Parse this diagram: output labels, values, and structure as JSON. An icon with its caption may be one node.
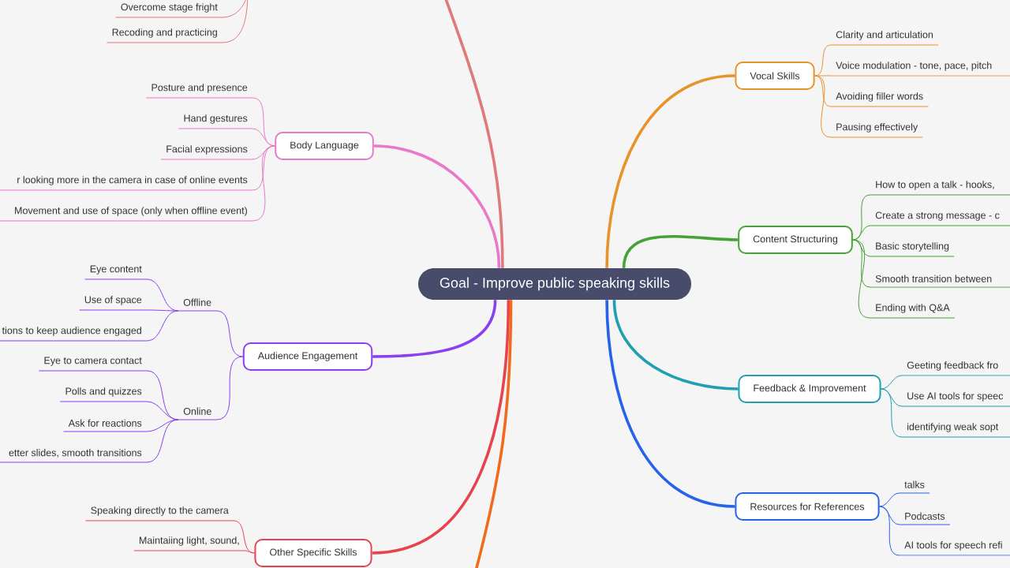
{
  "diagram": {
    "nodes": [
      {
        "text": [
          "Goal - Improve public speaking skills"
        ]
      },
      {
        "text": [
          "Overcome stage fright"
        ]
      },
      {
        "text": [
          "Recoding and practicing"
        ]
      },
      {
        "text": [
          "Body Language"
        ]
      },
      {
        "text": [
          "Posture and presence"
        ]
      },
      {
        "text": [
          "Hand gestures"
        ]
      },
      {
        "text": [
          "Facial expressions"
        ]
      },
      {
        "text": [
          "r looking more in the camera in case of online events"
        ]
      },
      {
        "text": [
          "Movement and use of space (only when offline event)"
        ]
      },
      {
        "text": [
          "Audience Engagement"
        ]
      },
      {
        "text": [
          "Offline"
        ]
      },
      {
        "text": [
          "Eye content"
        ]
      },
      {
        "text": [
          "Use of space"
        ]
      },
      {
        "text": [
          "tions to keep audience engaged"
        ]
      },
      {
        "text": [
          "Online"
        ]
      },
      {
        "text": [
          "Eye to camera contact"
        ]
      },
      {
        "text": [
          "Polls and quizzes"
        ]
      },
      {
        "text": [
          "Ask for reactions"
        ]
      },
      {
        "text": [
          "etter slides, smooth transitions"
        ]
      },
      {
        "text": [
          "Other Specific Skills"
        ]
      },
      {
        "text": [
          "Speaking directly to the camera"
        ]
      },
      {
        "text": [
          "Maintaiing light, sound,"
        ]
      },
      {
        "text": [
          "Vocal Skills"
        ]
      },
      {
        "text": [
          "Clarity and articulation"
        ]
      },
      {
        "text": [
          "Voice modulation - tone, pace, pitch"
        ]
      },
      {
        "text": [
          "Avoiding filler words"
        ]
      },
      {
        "text": [
          "Pausing effectively"
        ]
      },
      {
        "text": [
          "Content Structuring"
        ]
      },
      {
        "text": [
          "How to open a talk - hooks,"
        ]
      },
      {
        "text": [
          "Create a strong message - c"
        ]
      },
      {
        "text": [
          "Basic storytelling"
        ]
      },
      {
        "text": [
          "Smooth transition between"
        ]
      },
      {
        "text": [
          "Ending with Q&A"
        ]
      },
      {
        "text": [
          "Feedback & Improvement"
        ]
      },
      {
        "text": [
          "Geeting feedback fro"
        ]
      },
      {
        "text": [
          "Use AI tools for speec"
        ]
      },
      {
        "text": [
          "identifying weak sopt"
        ]
      },
      {
        "text": [
          "Resources for References"
        ]
      },
      {
        "text": [
          "talks"
        ]
      },
      {
        "text": [
          "Podcasts"
        ]
      },
      {
        "text": [
          "AI tools for speech refi"
        ]
      }
    ],
    "edges": [
      {
        "from": 0,
        "to": null,
        "arrow": "none",
        "style": "thick",
        "color": "#e07a7a"
      },
      {
        "from": null,
        "to": 1,
        "arrow": "none",
        "color": "#e07a7a"
      },
      {
        "from": null,
        "to": 2,
        "arrow": "none",
        "color": "#e07a7a"
      },
      {
        "from": 0,
        "to": 3,
        "arrow": "none",
        "style": "thick",
        "color": "#e879c9"
      },
      {
        "from": 3,
        "to": 4,
        "arrow": "none",
        "color": "#e879c9"
      },
      {
        "from": 3,
        "to": 5,
        "arrow": "none",
        "color": "#e879c9"
      },
      {
        "from": 3,
        "to": 6,
        "arrow": "none",
        "color": "#e879c9"
      },
      {
        "from": 3,
        "to": 7,
        "arrow": "none",
        "color": "#e879c9"
      },
      {
        "from": 3,
        "to": 8,
        "arrow": "none",
        "color": "#e879c9"
      },
      {
        "from": 0,
        "to": 9,
        "arrow": "none",
        "style": "thick",
        "color": "#8a3ff0"
      },
      {
        "from": 9,
        "to": 10,
        "arrow": "none",
        "color": "#8a3ff0"
      },
      {
        "from": 10,
        "to": 11,
        "arrow": "none",
        "color": "#8a3ff0"
      },
      {
        "from": 10,
        "to": 12,
        "arrow": "none",
        "color": "#8a3ff0"
      },
      {
        "from": 10,
        "to": 13,
        "arrow": "none",
        "color": "#8a3ff0"
      },
      {
        "from": 9,
        "to": 14,
        "arrow": "none",
        "color": "#8a3ff0"
      },
      {
        "from": 14,
        "to": 15,
        "arrow": "none",
        "color": "#8a3ff0"
      },
      {
        "from": 14,
        "to": 16,
        "arrow": "none",
        "color": "#8a3ff0"
      },
      {
        "from": 14,
        "to": 17,
        "arrow": "none",
        "color": "#8a3ff0"
      },
      {
        "from": 14,
        "to": 18,
        "arrow": "none",
        "color": "#8a3ff0"
      },
      {
        "from": 0,
        "to": 19,
        "arrow": "none",
        "style": "thick",
        "color": "#e8424f"
      },
      {
        "from": 19,
        "to": 20,
        "arrow": "none",
        "color": "#e8424f"
      },
      {
        "from": 19,
        "to": 21,
        "arrow": "none",
        "color": "#e8424f"
      },
      {
        "from": 0,
        "to": null,
        "arrow": "none",
        "style": "thick",
        "color": "#f26b1d"
      },
      {
        "from": 0,
        "to": 22,
        "arrow": "none",
        "style": "thick",
        "color": "#e8922a"
      },
      {
        "from": 22,
        "to": 23,
        "arrow": "none",
        "color": "#e8922a"
      },
      {
        "from": 22,
        "to": 24,
        "arrow": "none",
        "color": "#e8922a"
      },
      {
        "from": 22,
        "to": 25,
        "arrow": "none",
        "color": "#e8922a"
      },
      {
        "from": 22,
        "to": 26,
        "arrow": "none",
        "color": "#e8922a"
      },
      {
        "from": 0,
        "to": 27,
        "arrow": "none",
        "style": "thick",
        "color": "#45a235"
      },
      {
        "from": 27,
        "to": 28,
        "arrow": "none",
        "color": "#45a235"
      },
      {
        "from": 27,
        "to": 29,
        "arrow": "none",
        "color": "#45a235"
      },
      {
        "from": 27,
        "to": 30,
        "arrow": "none",
        "color": "#45a235"
      },
      {
        "from": 27,
        "to": 31,
        "arrow": "none",
        "color": "#45a235"
      },
      {
        "from": 27,
        "to": 32,
        "arrow": "none",
        "color": "#45a235"
      },
      {
        "from": 0,
        "to": 33,
        "arrow": "none",
        "style": "thick",
        "color": "#1f9fb0"
      },
      {
        "from": 33,
        "to": 34,
        "arrow": "none",
        "color": "#1f9fb0"
      },
      {
        "from": 33,
        "to": 35,
        "arrow": "none",
        "color": "#1f9fb0"
      },
      {
        "from": 33,
        "to": 36,
        "arrow": "none",
        "color": "#1f9fb0"
      },
      {
        "from": 0,
        "to": 37,
        "arrow": "none",
        "style": "thick",
        "color": "#2563eb"
      },
      {
        "from": 37,
        "to": 38,
        "arrow": "none",
        "color": "#2563eb"
      },
      {
        "from": 37,
        "to": 39,
        "arrow": "none",
        "color": "#2563eb"
      },
      {
        "from": 37,
        "to": 40,
        "arrow": "none",
        "color": "#2563eb"
      }
    ]
  }
}
